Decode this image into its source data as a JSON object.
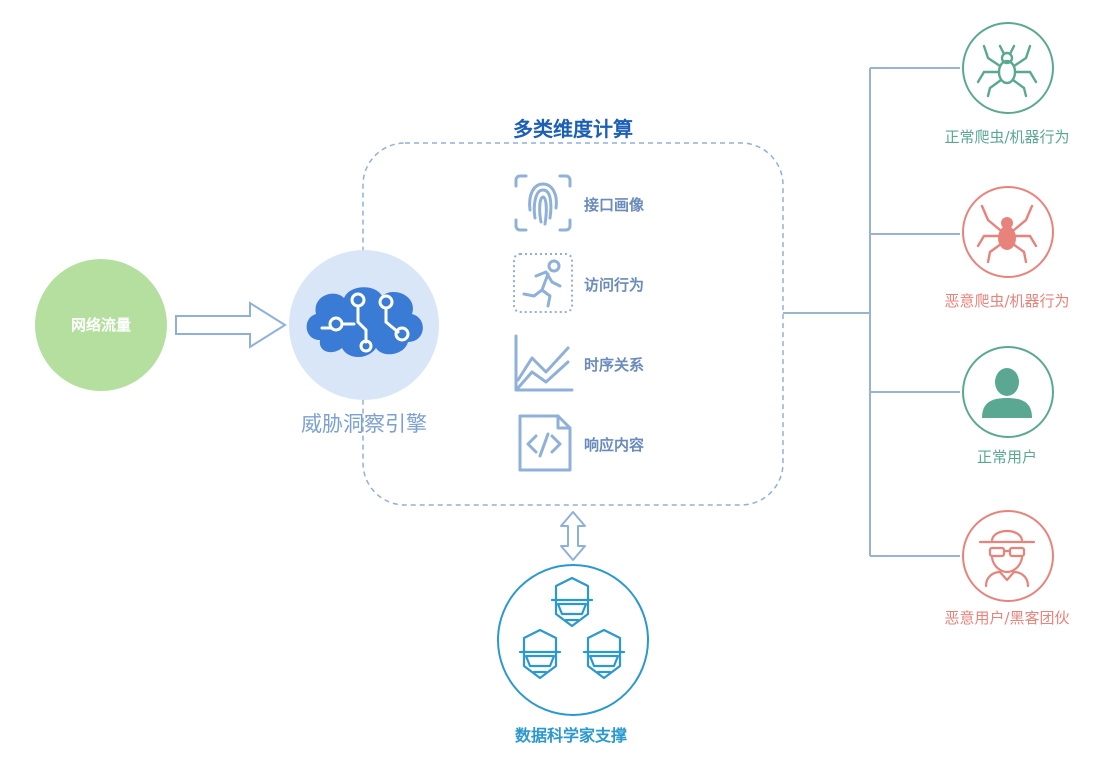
{
  "source": {
    "label": "网络流量",
    "color": "#b5df9f"
  },
  "engine": {
    "label": "威胁洞察引擎",
    "color": "#d8e6f8",
    "accent": "#3a7bd5"
  },
  "compute": {
    "title": "多类维度计算",
    "items": [
      {
        "label": "接口画像",
        "icon": "fingerprint-icon"
      },
      {
        "label": "访问行为",
        "icon": "runner-icon"
      },
      {
        "label": "时序关系",
        "icon": "line-chart-icon"
      },
      {
        "label": "响应内容",
        "icon": "code-file-icon"
      }
    ]
  },
  "support": {
    "label": "数据科学家支撑",
    "color": "#2b98d0"
  },
  "outcomes": [
    {
      "label": "正常爬虫/机器行为",
      "icon": "spider-icon",
      "color": "#5aa892"
    },
    {
      "label": "恶意爬虫/机器行为",
      "icon": "bug-icon",
      "color": "#e8837c"
    },
    {
      "label": "正常用户",
      "icon": "user-icon",
      "color": "#5aa892"
    },
    {
      "label": "恶意用户/黑客团伙",
      "icon": "hacker-icon",
      "color": "#e8837c"
    }
  ]
}
